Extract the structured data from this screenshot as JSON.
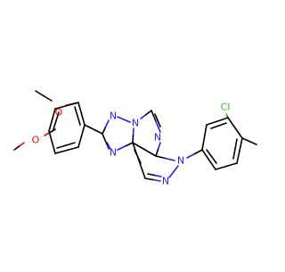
{
  "molecule": {
    "atom_labels": {
      "methoxy_o_upper": "O",
      "methoxy_o_lower": "O",
      "triazole_n1": "N",
      "triazole_n_bridge": "N",
      "triazole_n4": "N",
      "pyrimidine_n": "N",
      "pyrazole_n_aryl": "N",
      "pyrazole_n2": "N",
      "chlorine": "Cl"
    },
    "colors": {
      "carbon_bond": "#000000",
      "nitrogen": "#2020ff",
      "oxygen": "#ff0000",
      "chlorine": "#1fbf1f"
    }
  }
}
